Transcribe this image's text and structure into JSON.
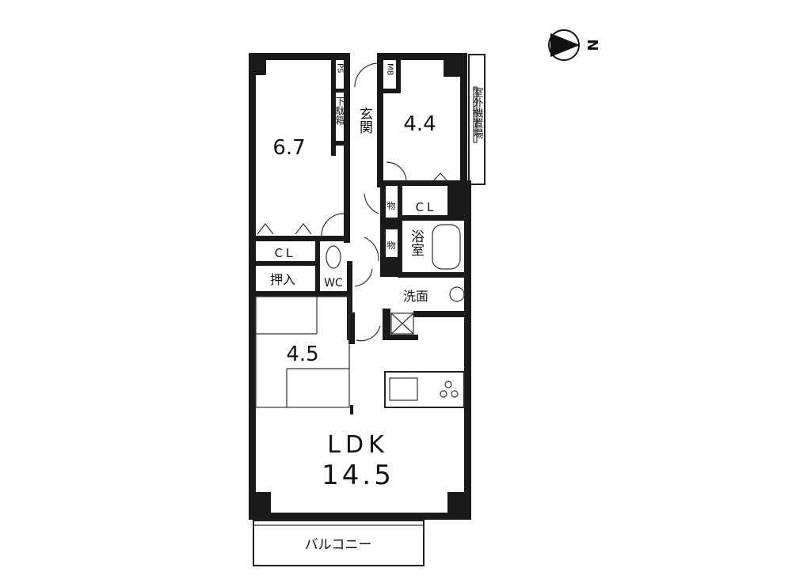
{
  "compass": {
    "label": "N",
    "icon": "north-arrow-icon"
  },
  "rooms": {
    "western_1": "6.7",
    "western_2": "4.4",
    "japanese": "4.5",
    "ldk_label": "LDK",
    "ldk_size": "14.5"
  },
  "spaces": {
    "ps": "PS",
    "mb": "MB",
    "shoe_box": "下駄箱",
    "entrance": "玄関",
    "outdoor_unit": "室外機置場",
    "closet_1": "CL",
    "closet_2": "CL",
    "storage_1": "物",
    "storage_2": "物",
    "bath": "浴室",
    "closet_jp": "押入",
    "wc": "WC",
    "washroom": "洗面",
    "balcony": "バルコニー"
  },
  "colors": {
    "ink": "#1a1a1a",
    "paper": "#ffffff"
  }
}
